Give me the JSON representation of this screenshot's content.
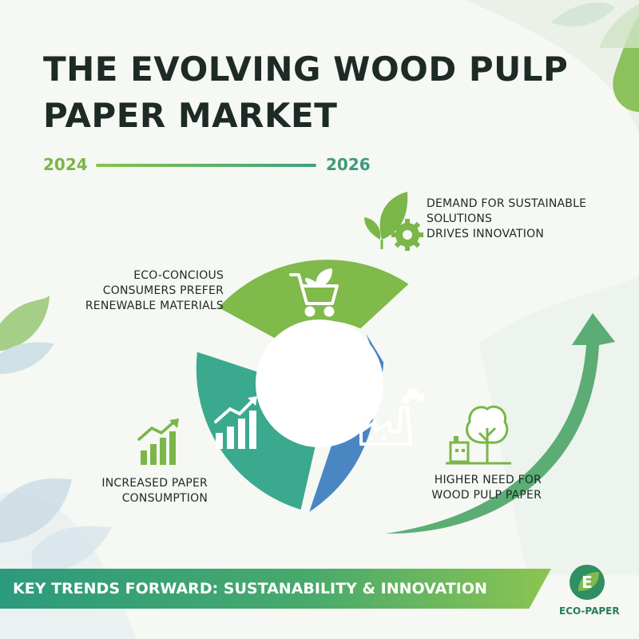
{
  "title": {
    "line1": "THE EVOLVING WOOD PULP",
    "line2": "PAPER MARKET"
  },
  "timeline": {
    "start": "2024",
    "end": "2026"
  },
  "labels": {
    "demand": [
      "DEMAND FOR SUSTAINABLE",
      "SOLUTIONS",
      "DRIVES INNOVATION"
    ],
    "eco": [
      "ECO-CONCIOUS",
      "CONSUMERS PREFER",
      "RENEWABLE MATERIALS"
    ],
    "consumption": [
      "INCREASED PAPER",
      "CONSUMPTION"
    ],
    "higher": [
      "HIGHER NEED FOR",
      "WOOD PULP PAPER"
    ]
  },
  "banner": "KEY TRENDS FORWARD: SUSTANABILITY & INNOVATION",
  "logo": {
    "letter": "E",
    "text": "ECO-PAPER"
  },
  "segments": [
    {
      "id": "consumers",
      "color": "#7fba4b",
      "icon": "shopping-cart-leaf-icon"
    },
    {
      "id": "demand",
      "color": "#4a86c2",
      "icon": "factory-icon"
    },
    {
      "id": "consumption",
      "color": "#3aa98e",
      "icon": "growth-chart-icon"
    }
  ],
  "colors": {
    "arrow": "#4ea66a",
    "ink": "#1e2a25"
  }
}
